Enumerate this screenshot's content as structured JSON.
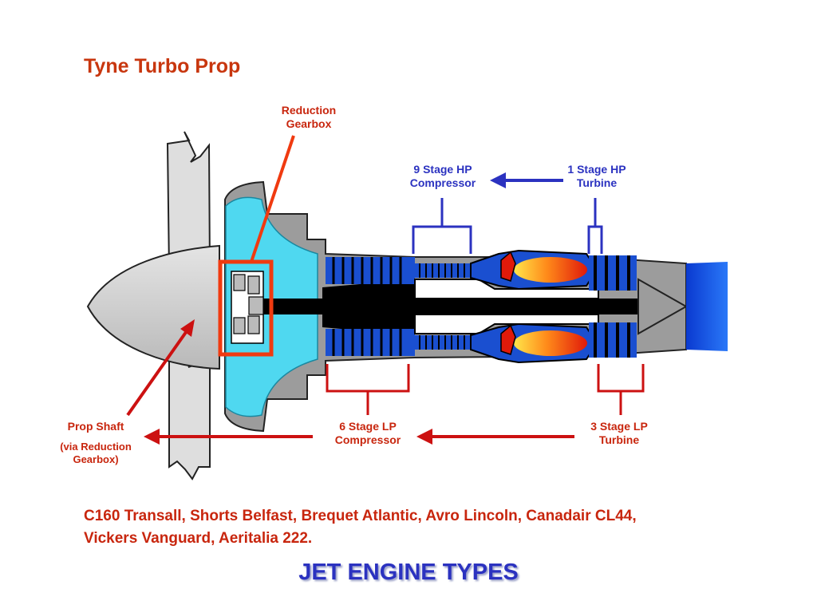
{
  "title": "Tyne Turbo Prop",
  "labels": {
    "reduction_gearbox": "Reduction Gearbox",
    "hp_compressor": "9 Stage HP Compressor",
    "hp_turbine": "1 Stage HP Turbine",
    "prop_shaft": "Prop Shaft",
    "prop_shaft_note": "(via Reduction Gearbox)",
    "lp_compressor": "6 Stage LP Compressor",
    "lp_turbine": "3 Stage LP Turbine"
  },
  "aircraft_list": "C160 Transall, Shorts Belfast, Brequet Atlantic, Avro Lincoln, Canadair CL44, Vickers Vanguard, Aeritalia 222.",
  "footer": "JET ENGINE TYPES",
  "colors": {
    "title": "#c8360e",
    "label_red": "#c8260e",
    "label_blue": "#2b32c0",
    "arrow_red": "#cc1111",
    "arrow_blue": "#2b32c0",
    "intake_cyan": "#4fd8f0",
    "compressor_blue": "#1a4fd0",
    "exhaust_blue": "#1a55e8"
  }
}
